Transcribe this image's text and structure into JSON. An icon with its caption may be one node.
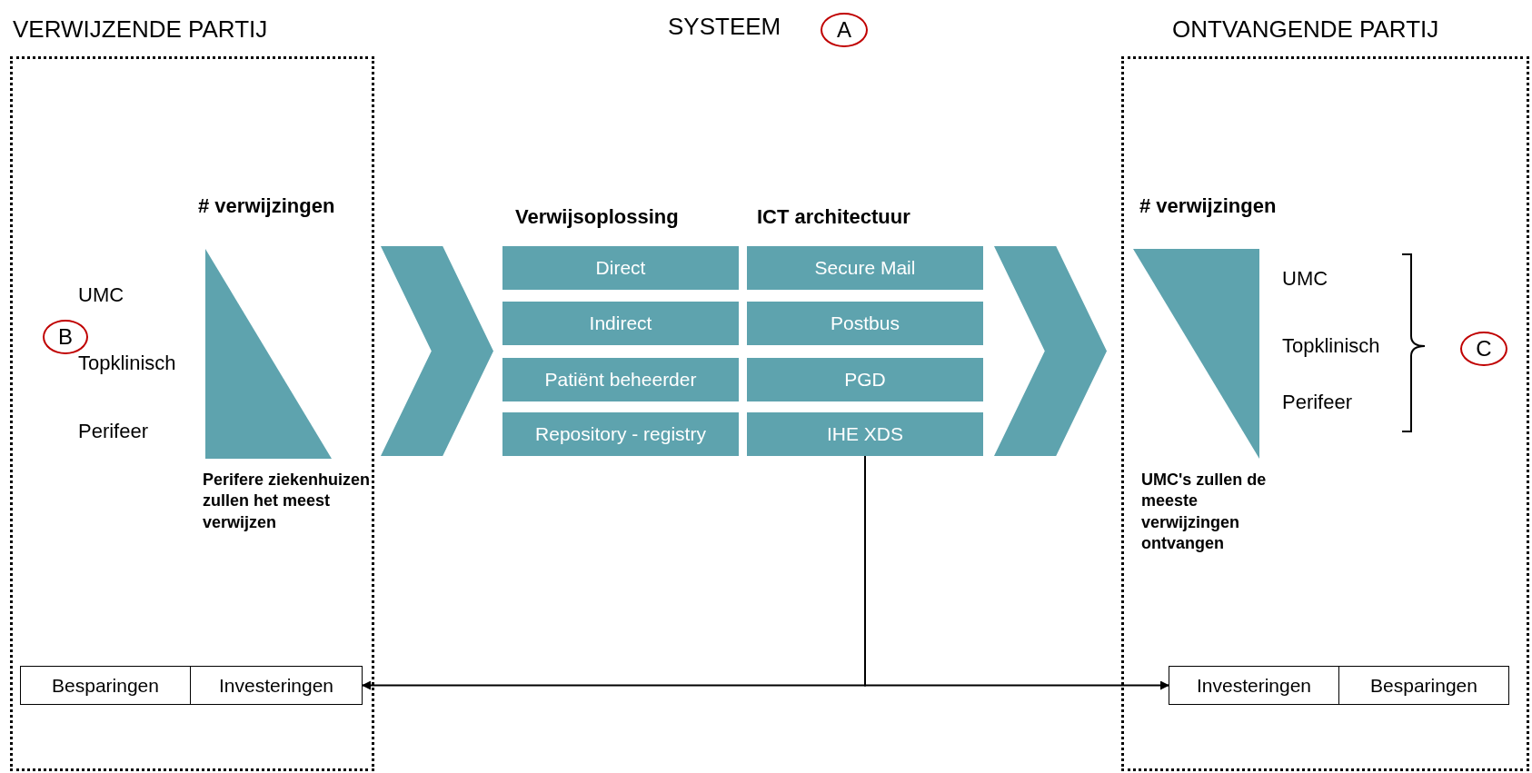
{
  "diagram": {
    "title": "SYSTEEM",
    "nodes": [
      {
        "text": [
          "A"
        ]
      },
      {
        "text": [
          "VERWIJZENDE PARTIJ"
        ]
      },
      {
        "text": [
          "B"
        ],
        "in": 1
      },
      {
        "text": [
          "# verwijzingen"
        ],
        "beside": [
          "Perifere ziekenhuizen zullen het meest verwijzen"
        ],
        "in": 1
      },
      {
        "text": [
          "Besparingen"
        ],
        "in": 1
      },
      {
        "text": [
          "Investeringen"
        ],
        "in": 1
      },
      {
        "text": [],
        "shape": "chevron"
      },
      {
        "text": [
          "Direct"
        ]
      },
      {
        "text": [
          "Indirect"
        ]
      },
      {
        "text": [
          "Patiënt beheerder"
        ]
      },
      {
        "text": [
          "Repository - registry"
        ]
      },
      {
        "text": [
          "Secure Mail"
        ]
      },
      {
        "text": [
          "Postbus"
        ]
      },
      {
        "text": [
          "PGD"
        ]
      },
      {
        "text": [
          "IHE XDS"
        ]
      },
      {
        "text": [],
        "shape": "chevron"
      },
      {
        "text": [
          "ONTVANGENDE PARTIJ"
        ]
      },
      {
        "text": [
          "# verwijzingen"
        ],
        "beside": [
          "UMC's zullen de meeste verwijzingen ontvangen"
        ],
        "in": 16
      },
      {
        "text": [
          "C"
        ],
        "in": 16
      },
      {
        "text": [
          "Investeringen"
        ],
        "in": 16
      },
      {
        "text": [
          "Besparingen"
        ],
        "in": 16
      }
    ],
    "edges": [
      {
        "from": 14,
        "to": 5,
        "arrow": "to"
      },
      {
        "from": 14,
        "to": 19,
        "arrow": "to"
      }
    ],
    "labels": [
      "Verwijsoplossing",
      "ICT architectuur",
      "UMC",
      "Topklinisch",
      "Perifeer",
      "UMC",
      "Topklinisch",
      "Perifeer"
    ]
  }
}
